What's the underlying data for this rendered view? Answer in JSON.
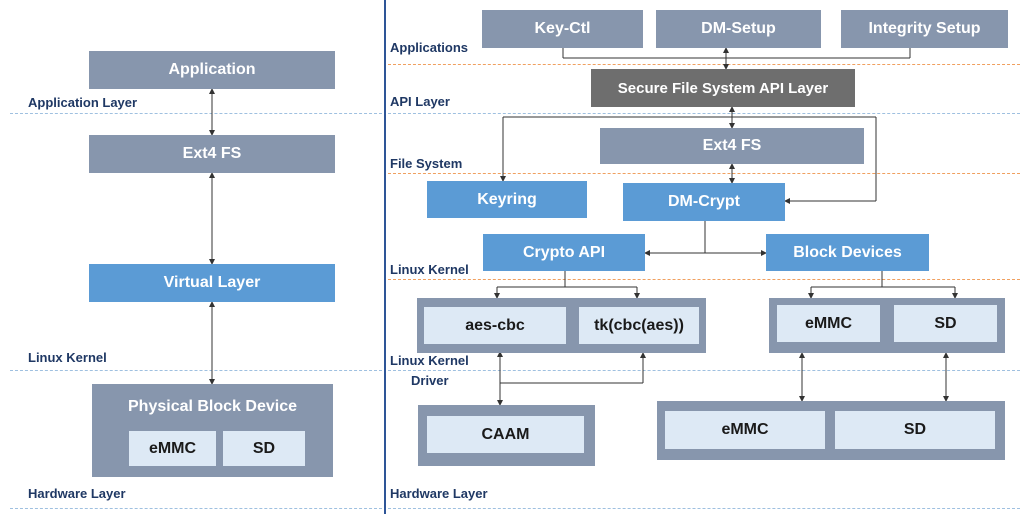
{
  "left": {
    "boxes": {
      "application": "Application",
      "ext4": "Ext4 FS",
      "virtual": "Virtual Layer",
      "physical": "Physical Block Device",
      "emmc": "eMMC",
      "sd": "SD"
    },
    "labels": {
      "application_layer": "Application Layer",
      "linux_kernel": "Linux Kernel",
      "hardware_layer": "Hardware Layer"
    }
  },
  "right": {
    "boxes": {
      "key_ctl": "Key-Ctl",
      "dm_setup": "DM-Setup",
      "integrity_setup": "Integrity Setup",
      "secure_api": "Secure File System API Layer",
      "ext4": "Ext4 FS",
      "keyring": "Keyring",
      "dm_crypt": "DM-Crypt",
      "crypto_api": "Crypto API",
      "block_devices": "Block Devices",
      "aes_cbc": "aes-cbc",
      "tk_cbc_aes": "tk(cbc(aes))",
      "emmc_top": "eMMC",
      "sd_top": "SD",
      "caam": "CAAM",
      "emmc_hw": "eMMC",
      "sd_hw": "SD"
    },
    "labels": {
      "applications": "Applications",
      "api_layer": "API Layer",
      "file_system": "File System",
      "linux_kernel": "Linux Kernel",
      "linux_kernel_driver_1": "Linux Kernel",
      "linux_kernel_driver_2": "Driver",
      "hardware_layer": "Hardware Layer"
    }
  },
  "colors": {
    "gray_box": "#8796ad",
    "blue_box": "#5b9bd5",
    "dark_box": "#6e6e6e",
    "light_box": "#dde9f5",
    "label_text": "#1f3864",
    "divider": "#2e5597"
  }
}
